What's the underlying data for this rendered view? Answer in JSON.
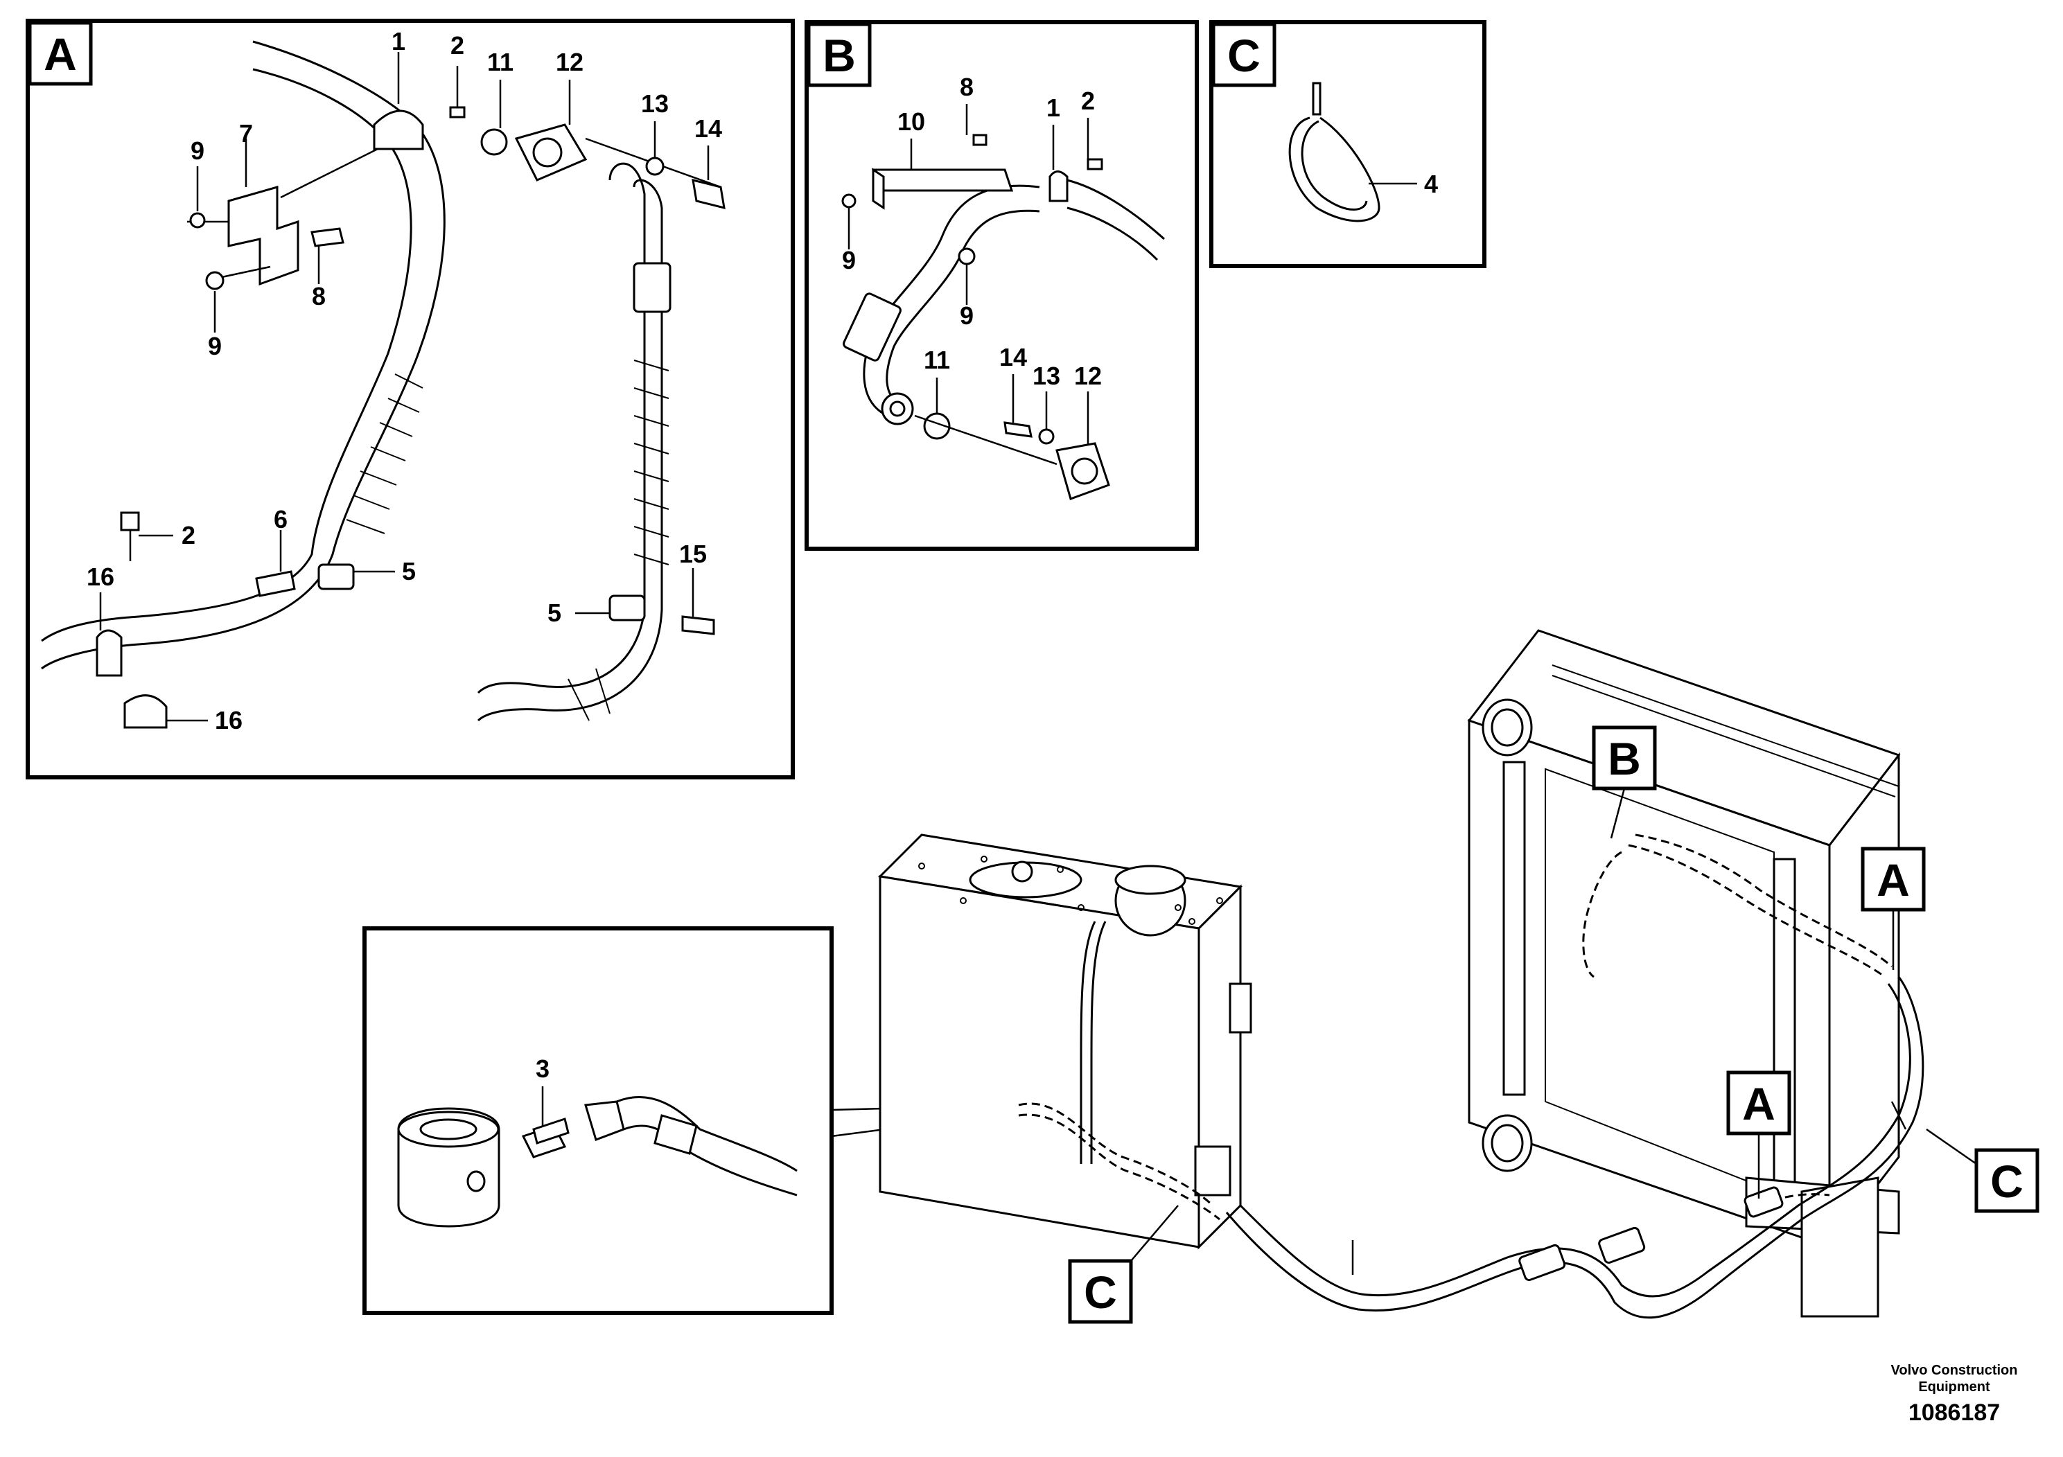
{
  "views": {
    "a": {
      "label": "A",
      "callouts": [
        "1",
        "2",
        "11",
        "12",
        "13",
        "14",
        "9",
        "7",
        "8",
        "9",
        "2",
        "6",
        "5",
        "16",
        "16",
        "15",
        "5"
      ]
    },
    "b": {
      "label": "B",
      "callouts": [
        "10",
        "8",
        "1",
        "2",
        "9",
        "9",
        "11",
        "14",
        "13",
        "12"
      ]
    },
    "c": {
      "label": "C",
      "callouts": [
        "4"
      ]
    },
    "detail": {
      "callouts": [
        "3"
      ]
    }
  },
  "location_markers": [
    "B",
    "A",
    "A",
    "C",
    "C"
  ],
  "footer": {
    "company_line1": "Volvo Construction",
    "company_line2": "Equipment",
    "drawing_number": "1086187"
  }
}
